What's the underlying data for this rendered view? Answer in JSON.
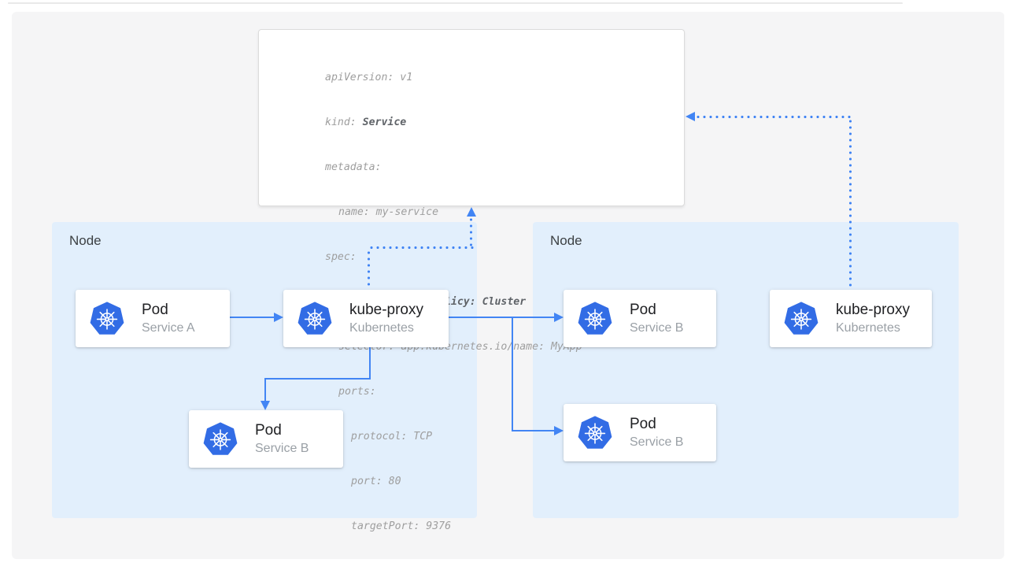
{
  "colors": {
    "accent_blue": "#4285f4",
    "kubernetes_blue": "#326ce5",
    "node_background": "#e2effc",
    "panel_background": "#f5f5f6",
    "yaml_normal_text": "#9e9e9e",
    "yaml_bold_text": "#5f6368"
  },
  "yaml_card": {
    "lines": [
      {
        "pre": "apiVersion: v1",
        "bold": ""
      },
      {
        "pre": "kind: ",
        "bold": "Service"
      },
      {
        "pre": "metadata:",
        "bold": ""
      },
      {
        "pre": "name: my-service",
        "bold": ""
      },
      {
        "pre": "spec:",
        "bold": ""
      },
      {
        "pre": "",
        "bold": "internalTrafficPolicy: Cluster"
      },
      {
        "pre": "selector: app.kubernetes.io/name: MyApp",
        "bold": ""
      },
      {
        "pre": "ports:",
        "bold": ""
      },
      {
        "pre": "- protocol: TCP",
        "bold": ""
      },
      {
        "pre": "port: 80",
        "bold": ""
      },
      {
        "pre": "targetPort: 9376",
        "bold": ""
      }
    ]
  },
  "nodes": {
    "left": {
      "label": "Node"
    },
    "right": {
      "label": "Node"
    }
  },
  "cards": {
    "pod_a": {
      "title": "Pod",
      "subtitle": "Service A"
    },
    "kube_proxy_left": {
      "title": "kube-proxy",
      "subtitle": "Kubernetes"
    },
    "pod_b_left": {
      "title": "Pod",
      "subtitle": "Service B"
    },
    "pod_b_right_top": {
      "title": "Pod",
      "subtitle": "Service B"
    },
    "pod_b_right_bottom": {
      "title": "Pod",
      "subtitle": "Service B"
    },
    "kube_proxy_right": {
      "title": "kube-proxy",
      "subtitle": "Kubernetes"
    }
  }
}
